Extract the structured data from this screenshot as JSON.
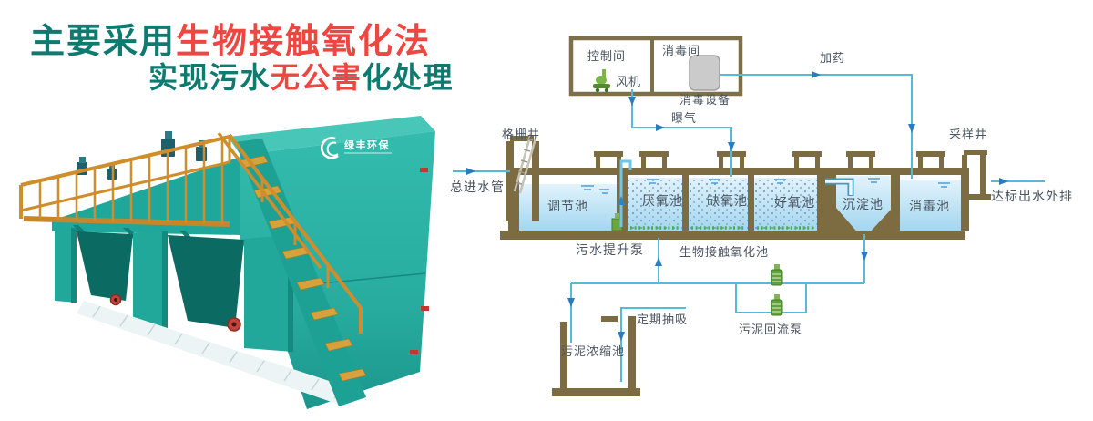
{
  "title": {
    "l1a": "主要采用",
    "l1b": "生物接触氧化法",
    "l2a": "实现污水",
    "l2b": "无公害",
    "l2c": "化处理"
  },
  "equipment": {
    "logo_cn": "绿丰环保"
  },
  "diagram": {
    "building": {
      "control_room": "控制间",
      "fan": "风机",
      "disinfection_room": "消毒间",
      "disinfection_equipment": "消毒设备"
    },
    "flows": {
      "inlet": "总进水管",
      "aeration": "曝气",
      "dosing": "加药",
      "outlet": "达标出水外排",
      "lift_pump": "污水提升泵",
      "bio_zone": "生物接触氧化池",
      "sludge_return_pump": "污泥回流泵",
      "periodic_suction": "定期抽吸"
    },
    "wells": {
      "grid_well": "格栅井",
      "sampling_well": "采样井"
    },
    "tanks": {
      "regulating": "调节池",
      "anaerobic": "厌氧池",
      "anoxic": "缺氧池",
      "aerobic": "好氧池",
      "sedimentation": "沉淀池",
      "disinfection": "消毒池",
      "sludge_thickening": "污泥浓缩池"
    }
  },
  "colors": {
    "title_teal": "#0e7a70",
    "title_red": "#ee4640",
    "pipe_blue": "#55b9d9",
    "arrow_blue": "#2b7cbe",
    "wall_brown": "#7d6c42",
    "water_blue": "#bfe3f5",
    "machine_teal": "#2cb3a6",
    "railing_orange": "#cf8d2c",
    "pump_green": "#60a53e",
    "equipment_gray": "#cbcbcb",
    "diffuser_green": "#4aae4a"
  }
}
